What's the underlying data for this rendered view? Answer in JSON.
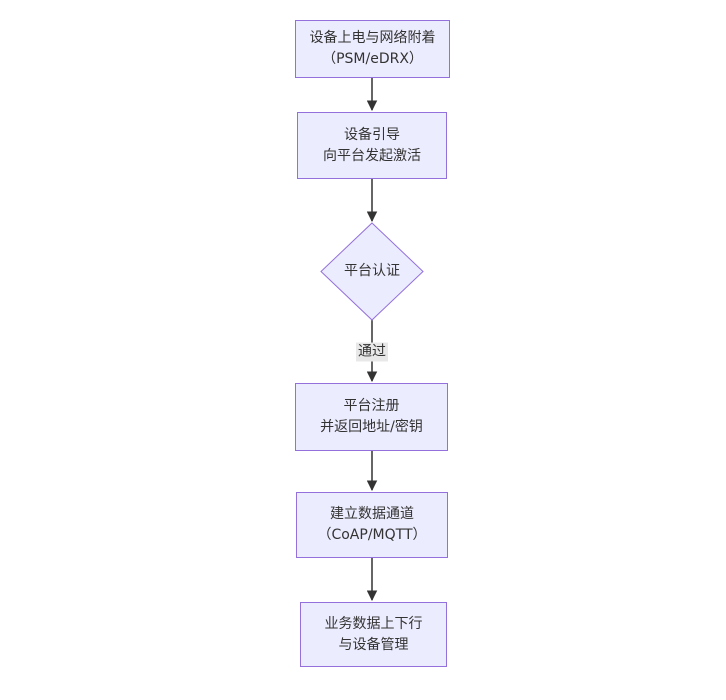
{
  "diagram": {
    "type": "flowchart-top-down",
    "colors": {
      "background": "#ffffff",
      "node_fill": "#ECECFF",
      "node_border": "#9370DB",
      "text_color": "#333333",
      "arrow_color": "#333333",
      "edge_label_bg": "#e8e8e8"
    },
    "nodes": [
      {
        "id": "power_attach",
        "type": "rect",
        "lines": [
          "设备上电与网络附着",
          "（PSM/eDRX）"
        ]
      },
      {
        "id": "bootstrap",
        "type": "rect",
        "lines": [
          "设备引导",
          "向平台发起激活"
        ]
      },
      {
        "id": "platform_auth",
        "type": "diamond",
        "lines": [
          "平台认证"
        ]
      },
      {
        "id": "platform_register",
        "type": "rect",
        "lines": [
          "平台注册",
          "并返回地址/密钥"
        ]
      },
      {
        "id": "data_channel",
        "type": "rect",
        "lines": [
          "建立数据通道",
          "（CoAP/MQTT）"
        ]
      },
      {
        "id": "business_data",
        "type": "rect",
        "lines": [
          "业务数据上下行",
          "与设备管理"
        ]
      }
    ],
    "edges": [
      {
        "from": "power_attach",
        "to": "bootstrap",
        "label": ""
      },
      {
        "from": "bootstrap",
        "to": "platform_auth",
        "label": ""
      },
      {
        "from": "platform_auth",
        "to": "platform_register",
        "label": "通过"
      },
      {
        "from": "platform_register",
        "to": "data_channel",
        "label": ""
      },
      {
        "from": "data_channel",
        "to": "business_data",
        "label": ""
      }
    ]
  }
}
